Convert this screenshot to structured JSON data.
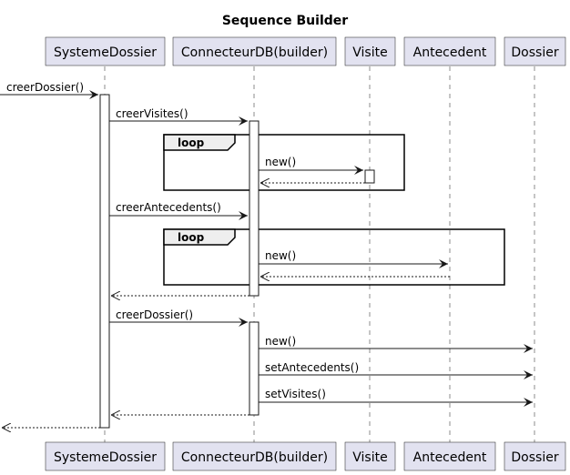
{
  "title": "Sequence Builder",
  "participants": [
    {
      "id": "sys",
      "label": "SystemeDossier"
    },
    {
      "id": "db",
      "label": "ConnecteurDB(builder)"
    },
    {
      "id": "vis",
      "label": "Visite"
    },
    {
      "id": "ant",
      "label": "Antecedent"
    },
    {
      "id": "dos",
      "label": "Dossier"
    }
  ],
  "messages": [
    {
      "from": "ext",
      "to": "sys",
      "label": "creerDossier()",
      "kind": "sync"
    },
    {
      "from": "sys",
      "to": "db",
      "label": "creerVisites()",
      "kind": "sync"
    },
    {
      "from": "db",
      "to": "vis",
      "label": "new()",
      "kind": "sync"
    },
    {
      "from": "vis",
      "to": "db",
      "label": "",
      "kind": "return"
    },
    {
      "from": "sys",
      "to": "db",
      "label": "creerAntecedents()",
      "kind": "sync"
    },
    {
      "from": "db",
      "to": "ant",
      "label": "new()",
      "kind": "sync"
    },
    {
      "from": "ant",
      "to": "db",
      "label": "",
      "kind": "return"
    },
    {
      "from": "db",
      "to": "sys",
      "label": "",
      "kind": "return"
    },
    {
      "from": "sys",
      "to": "db",
      "label": "creerDossier()",
      "kind": "sync"
    },
    {
      "from": "db",
      "to": "dos",
      "label": "new()",
      "kind": "sync"
    },
    {
      "from": "db",
      "to": "dos",
      "label": "setAntecedents()",
      "kind": "sync"
    },
    {
      "from": "db",
      "to": "dos",
      "label": "setVisites()",
      "kind": "sync"
    },
    {
      "from": "db",
      "to": "sys",
      "label": "",
      "kind": "return"
    },
    {
      "from": "sys",
      "to": "ext",
      "label": "",
      "kind": "return"
    }
  ],
  "fragments": [
    {
      "kind": "loop",
      "label": "loop"
    },
    {
      "kind": "loop",
      "label": "loop"
    }
  ]
}
